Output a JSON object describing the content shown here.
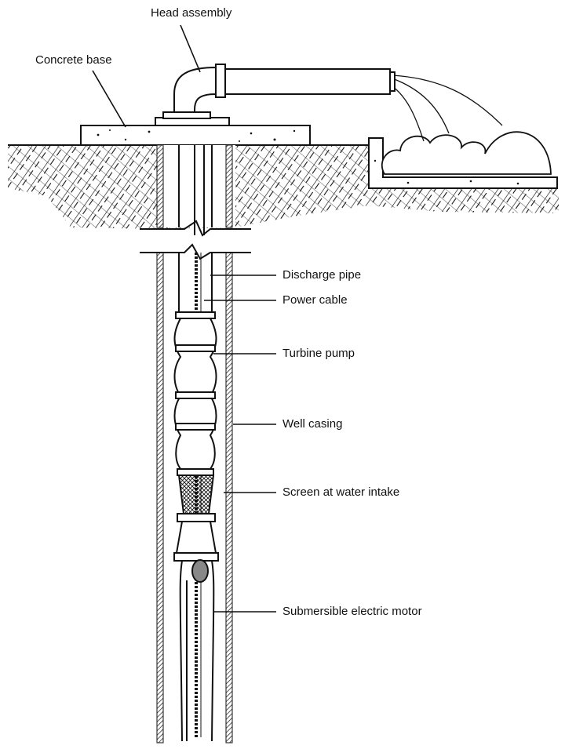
{
  "labels": {
    "head_assembly": "Head assembly",
    "concrete_base": "Concrete base",
    "discharge_pipe": "Discharge pipe",
    "power_cable": "Power cable",
    "turbine_pump": "Turbine pump",
    "well_casing": "Well casing",
    "screen_intake": "Screen at water intake",
    "motor": "Submersible electric motor"
  },
  "colors": {
    "ink": "#111111",
    "background": "#ffffff"
  }
}
